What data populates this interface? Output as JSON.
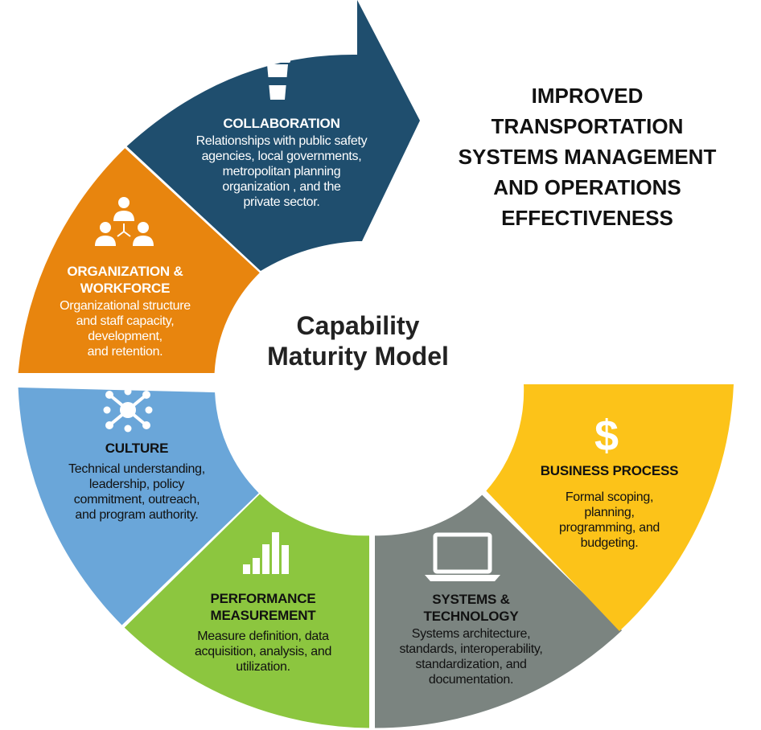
{
  "center": {
    "line1": "Capability",
    "line2": "Maturity Model"
  },
  "goal": {
    "lines": [
      "IMPROVED",
      "TRANSPORTATION",
      "SYSTEMS MANAGEMENT",
      "AND OPERATIONS",
      "EFFECTIVENESS"
    ]
  },
  "colors": {
    "collaboration": "#1f4e6e",
    "organization": "#e8850e",
    "culture": "#6aa6d9",
    "performance": "#8cc63f",
    "systems": "#7b8480",
    "business": "#fcc319"
  },
  "segments": {
    "collaboration": {
      "icon": "cup-icon",
      "title": "COLLABORATION",
      "desc": [
        "Relationships with public safety",
        "agencies, local governments,",
        "metropolitan planning",
        "organization , and the",
        "private sector."
      ]
    },
    "organization": {
      "icon": "team-icon",
      "title": [
        "ORGANIZATION &",
        "WORKFORCE"
      ],
      "desc": [
        "Organizational structure",
        "and staff capacity,",
        "development,",
        "and retention."
      ]
    },
    "culture": {
      "icon": "network-icon",
      "title": "CULTURE",
      "desc": [
        "Technical understanding,",
        "leadership, policy",
        "commitment, outreach,",
        "and program authority."
      ]
    },
    "performance": {
      "icon": "bar-chart-icon",
      "title": [
        "PERFORMANCE",
        "MEASUREMENT"
      ],
      "desc": [
        "Measure definition, data",
        "acquisition, analysis, and",
        "utilization."
      ]
    },
    "systems": {
      "icon": "laptop-icon",
      "title": [
        "SYSTEMS &",
        "TECHNOLOGY"
      ],
      "desc": [
        "Systems architecture,",
        "standards, interoperability,",
        "standardization, and",
        "documentation."
      ]
    },
    "business": {
      "icon": "dollar-icon",
      "title": "BUSINESS PROCESS",
      "desc": [
        "Formal scoping,",
        "planning,",
        "programming, and",
        "budgeting."
      ]
    }
  }
}
